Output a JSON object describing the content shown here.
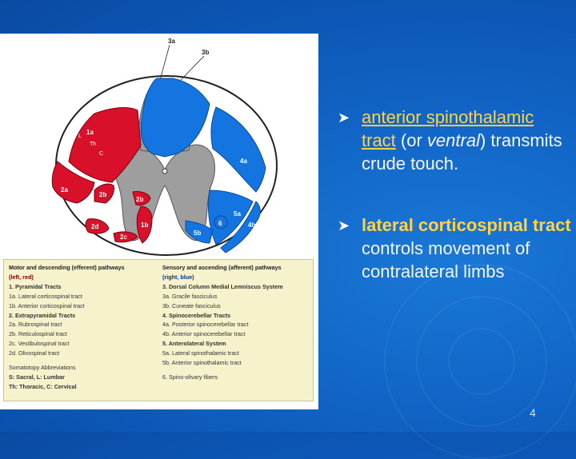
{
  "figure": {
    "labels_top": {
      "dorsal_left": "3a",
      "dorsal_right": "3b"
    },
    "labels_left": [
      "1a",
      "2a",
      "2b",
      "2b",
      "1b",
      "2d",
      "2c"
    ],
    "labels_right": [
      "4a",
      "4b",
      "5a",
      "5b",
      "6"
    ],
    "somatotopy_letters": [
      "S",
      "L",
      "Th",
      "C"
    ],
    "colors": {
      "motor": "#d9102a",
      "sensory": "#1474e0",
      "gray_matter": "#9e9e9e",
      "white_matter": "#ffffff"
    }
  },
  "legend": {
    "left_header": "Motor and descending (efferent) pathways",
    "left_header_sub": "(left, red)",
    "right_header": "Sensory and ascending (afferent) pathways",
    "right_header_sub": "(right, blue)",
    "left_items": [
      {
        "text": "1. Pyramidal Tracts",
        "kind": "sub"
      },
      {
        "text": "1a. Lateral corticospinal tract",
        "kind": "item"
      },
      {
        "text": "1b. Anterior corticospinal tract",
        "kind": "item"
      },
      {
        "text": "2. Extrapyramidal Tracts",
        "kind": "sub"
      },
      {
        "text": "2a. Rubrospinal tract",
        "kind": "item"
      },
      {
        "text": "2b. Reticulospinal tract",
        "kind": "item"
      },
      {
        "text": "2c. Vestibulospinal tract",
        "kind": "item"
      },
      {
        "text": "2d. Olivospinal tract",
        "kind": "item"
      }
    ],
    "right_items": [
      {
        "text": "3. Dorsal Column Medial Lemniscus System",
        "kind": "sub"
      },
      {
        "text": "3a. Gracile fasciculus",
        "kind": "item"
      },
      {
        "text": "3b. Cuneate fasciculus",
        "kind": "item"
      },
      {
        "text": "4. Spinocerebellar Tracts",
        "kind": "sub"
      },
      {
        "text": "4a. Posterior spinocerebellar tract",
        "kind": "item"
      },
      {
        "text": "4b. Anterior spinocerebellar tract",
        "kind": "item"
      },
      {
        "text": "5. Anterolateral System",
        "kind": "sub"
      },
      {
        "text": "5a. Lateral spinothalamic tract",
        "kind": "item"
      },
      {
        "text": "5b. Anterior spinothalamic tract",
        "kind": "item"
      }
    ],
    "somatotopy_title": "Somatotopy Abbreviations",
    "somatotopy_line1": "S: Sacral, L: Lumbar",
    "somatotopy_line2": "Th: Thoracic, C: Cervical",
    "extra_item": "6. Spino-olivary fibers"
  },
  "bullets": [
    {
      "term": "anterior spinothalamic tract",
      "desc_pre": " (or ",
      "desc_italic": "ventral",
      "desc_post": ") transmits crude touch."
    },
    {
      "term": "lateral corticospinal tract",
      "desc": "controls movement of contralateral limbs"
    }
  ],
  "page_number": "4"
}
